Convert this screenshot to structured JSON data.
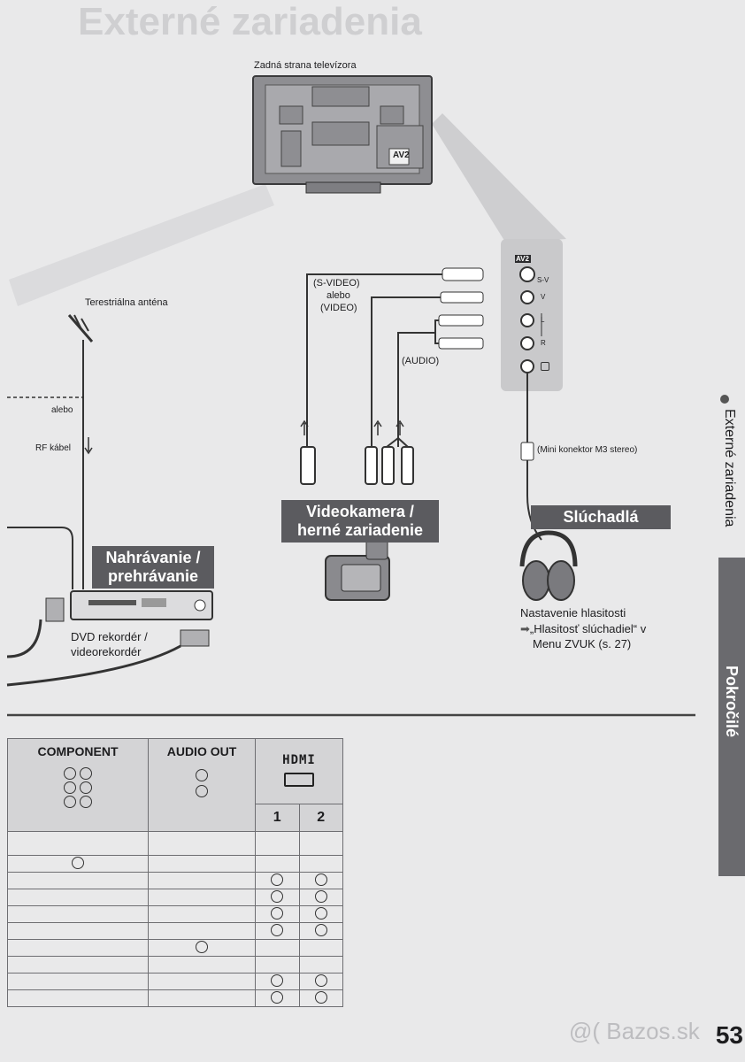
{
  "ghost_heading": "Externé zariadenia",
  "tv": {
    "caption": "Zadná strana televízora",
    "display": "AV2"
  },
  "panel": {
    "badge": "AV2",
    "ports": [
      "S-V",
      "V",
      "L",
      "R"
    ]
  },
  "antenna": {
    "label": "Terestriálna anténa",
    "alebo": "alebo",
    "rf": "RF kábel"
  },
  "camera_labels": {
    "svideo": "(S-VIDEO)",
    "alebo": "alebo",
    "video": "(VIDEO)",
    "audio": "(AUDIO)"
  },
  "mini_connector": "(Mini konektor M3 stereo)",
  "sections": {
    "recording_line1": "Nahrávanie /",
    "recording_line2": "prehrávanie",
    "camera_line1": "Videokamera /",
    "camera_line2": "herné zariadenie",
    "headphones": "Slúchadlá"
  },
  "dvd_caption_1": "DVD rekordér /",
  "dvd_caption_2": "videorekordér",
  "headphone_note": {
    "line1": "Nastavenie hlasitosti",
    "line2": "„Hlasitosť slúchadiel“ v",
    "line3": "Menu ZVUK (s. 27)"
  },
  "side_tabs": {
    "external": "Externé zariadenia",
    "advanced": "Pokročilé"
  },
  "table": {
    "headers": [
      "COMPONENT",
      "AUDIO OUT",
      "HDMI"
    ],
    "hdmi_cols": [
      "1",
      "2"
    ],
    "rows": [
      [
        false,
        false,
        false,
        false
      ],
      [
        true,
        false,
        false,
        false
      ],
      [
        false,
        false,
        true,
        true
      ],
      [
        false,
        false,
        true,
        true
      ],
      [
        false,
        false,
        true,
        true
      ],
      [
        false,
        false,
        true,
        true
      ],
      [
        false,
        true,
        false,
        false
      ],
      [
        false,
        false,
        false,
        false
      ],
      [
        false,
        false,
        true,
        true
      ],
      [
        false,
        false,
        true,
        true
      ]
    ]
  },
  "page_number": "53",
  "watermark": "@( Bazos.sk"
}
